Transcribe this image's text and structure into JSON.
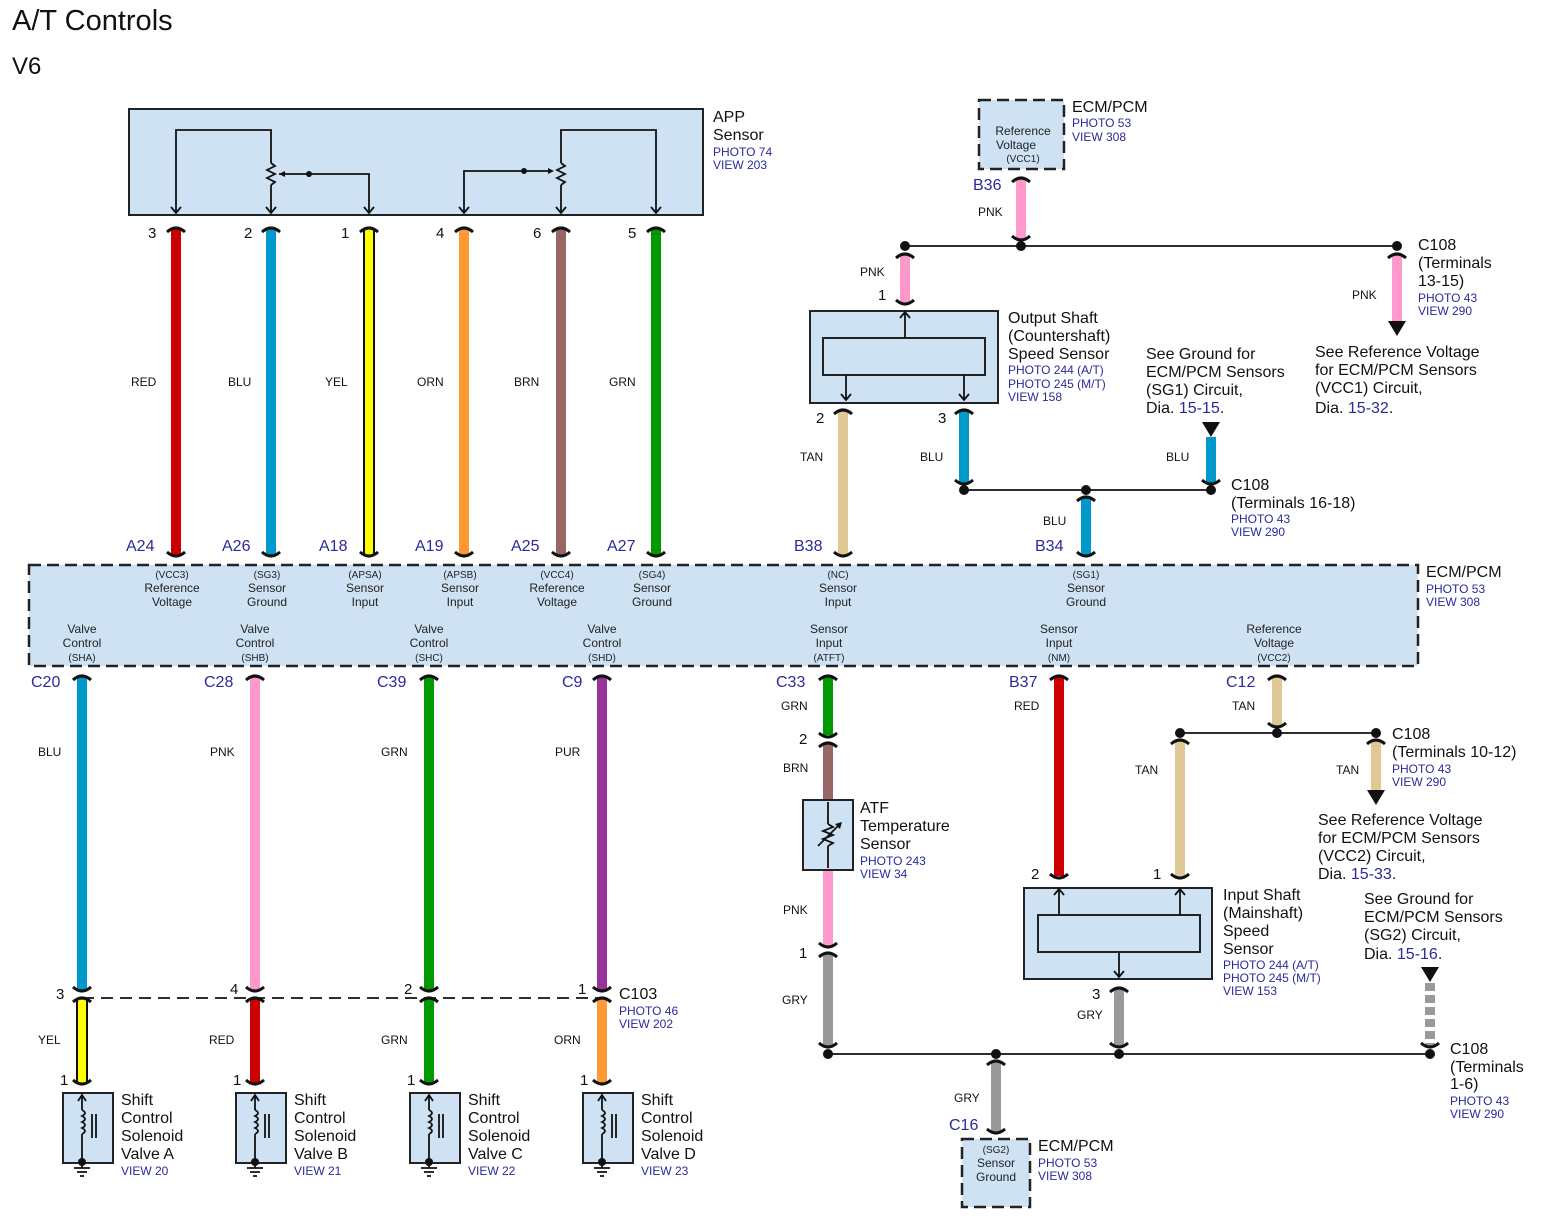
{
  "header": {
    "title": "A/T Controls",
    "subtitle": "V6"
  },
  "colors": {
    "RED": "#cc0000",
    "BLU": "#0099cc",
    "YEL": "#ffff00",
    "ORN": "#ff9933",
    "BRN": "#996666",
    "GRN": "#009900",
    "PNK": "#ff99cc",
    "PUR": "#993399",
    "TAN": "#e0c896",
    "GRY": "#999999",
    "box_fill": "#cfe2f3",
    "ref_text": "#2a2a9a"
  },
  "app_sensor": {
    "name_1": "APP",
    "name_2": "Sensor",
    "photo": "PHOTO 74",
    "view": "VIEW 203",
    "pins": [
      {
        "num": "3",
        "color": "RED",
        "wire": "RED",
        "ecm_pin": "A24",
        "ecm_code": "(VCC3)",
        "ecm_l1": "Reference",
        "ecm_l2": "Voltage"
      },
      {
        "num": "2",
        "color": "BLU",
        "wire": "BLU",
        "ecm_pin": "A26",
        "ecm_code": "(SG3)",
        "ecm_l1": "Sensor",
        "ecm_l2": "Ground"
      },
      {
        "num": "1",
        "color": "YEL",
        "wire": "YEL",
        "ecm_pin": "A18",
        "ecm_code": "(APSA)",
        "ecm_l1": "Sensor",
        "ecm_l2": "Input"
      },
      {
        "num": "4",
        "color": "ORN",
        "wire": "ORN",
        "ecm_pin": "A19",
        "ecm_code": "(APSB)",
        "ecm_l1": "Sensor",
        "ecm_l2": "Input"
      },
      {
        "num": "6",
        "color": "BRN",
        "wire": "BRN",
        "ecm_pin": "A25",
        "ecm_code": "(VCC4)",
        "ecm_l1": "Reference",
        "ecm_l2": "Voltage"
      },
      {
        "num": "5",
        "color": "GRN",
        "wire": "GRN",
        "ecm_pin": "A27",
        "ecm_code": "(SG4)",
        "ecm_l1": "Sensor",
        "ecm_l2": "Ground"
      }
    ]
  },
  "ecm_vcc1": {
    "l1": "Reference",
    "l2": "Voltage",
    "code": "(VCC1)",
    "name": "ECM/PCM",
    "photo": "PHOTO 53",
    "view": "VIEW 308",
    "pin": "B36",
    "wire": "PNK"
  },
  "c108_13_15": {
    "name": "C108",
    "l1": "(Terminals",
    "l2": "13-15)",
    "photo": "PHOTO 43",
    "view": "VIEW 290",
    "wire": "PNK"
  },
  "note_vcc1": {
    "l1": "See Reference Voltage",
    "l2": "for ECM/PCM Sensors",
    "l3": "(VCC1) Circuit,",
    "dia": "Dia.",
    "link": "15-32",
    "end": "."
  },
  "output_shaft": {
    "l1": "Output Shaft",
    "l2": "(Countershaft)",
    "l3": "Speed Sensor",
    "photo1": "PHOTO 244 (A/T)",
    "photo2": "PHOTO 245 (M/T)",
    "view": "VIEW 158",
    "pin1": "1",
    "pin1_wire": "PNK",
    "pin2": "2",
    "pin2_wire": "TAN",
    "pin3": "3",
    "pin3_wire": "BLU"
  },
  "note_sg1": {
    "l1": "See Ground for",
    "l2": "ECM/PCM Sensors",
    "l3": "(SG1) Circuit,",
    "dia": "Dia.",
    "link": "15-15",
    "end": ".",
    "wire": "BLU"
  },
  "c108_16_18": {
    "name": "C108",
    "l1": "(Terminals 16-18)",
    "photo": "PHOTO 43",
    "view": "VIEW 290"
  },
  "b34": {
    "pin": "B34",
    "wire": "BLU"
  },
  "b38": {
    "pin": "B38"
  },
  "ecm_main": {
    "name": "ECM/PCM",
    "photo": "PHOTO 53",
    "view": "VIEW 308",
    "top_nc": {
      "code": "(NC)",
      "l1": "Sensor",
      "l2": "Input"
    },
    "top_sg1": {
      "code": "(SG1)",
      "l1": "Sensor",
      "l2": "Ground"
    },
    "bottom": [
      {
        "pin": "C20",
        "l1": "Valve",
        "l2": "Control",
        "code": "(SHA)"
      },
      {
        "pin": "C28",
        "l1": "Valve",
        "l2": "Control",
        "code": "(SHB)"
      },
      {
        "pin": "C39",
        "l1": "Valve",
        "l2": "Control",
        "code": "(SHC)"
      },
      {
        "pin": "C9",
        "l1": "Valve",
        "l2": "Control",
        "code": "(SHD)"
      },
      {
        "pin": "C33",
        "l1": "Sensor",
        "l2": "Input",
        "code": "(ATFT)"
      },
      {
        "pin": "B37",
        "l1": "Sensor",
        "l2": "Input",
        "code": "(NM)"
      },
      {
        "pin": "C12",
        "l1": "Reference",
        "l2": "Voltage",
        "code": "(VCC2)"
      }
    ]
  },
  "solenoids": [
    {
      "upper_wire": "BLU",
      "c103_pin": "3",
      "lower_wire": "YEL",
      "pin": "1",
      "l1": "Shift",
      "l2": "Control",
      "l3": "Solenoid",
      "l4": "Valve A",
      "view": "VIEW 20"
    },
    {
      "upper_wire": "PNK",
      "c103_pin": "4",
      "lower_wire": "RED",
      "pin": "1",
      "l1": "Shift",
      "l2": "Control",
      "l3": "Solenoid",
      "l4": "Valve B",
      "view": "VIEW 21"
    },
    {
      "upper_wire": "GRN",
      "c103_pin": "2",
      "lower_wire": "GRN",
      "pin": "1",
      "l1": "Shift",
      "l2": "Control",
      "l3": "Solenoid",
      "l4": "Valve C",
      "view": "VIEW 22"
    },
    {
      "upper_wire": "PUR",
      "c103_pin": "1",
      "lower_wire": "ORN",
      "pin": "1",
      "l1": "Shift",
      "l2": "Control",
      "l3": "Solenoid",
      "l4": "Valve D",
      "view": "VIEW 23"
    }
  ],
  "c103": {
    "name": "C103",
    "photo": "PHOTO 46",
    "view": "VIEW 202"
  },
  "atf": {
    "l1": "ATF",
    "l2": "Temperature",
    "l3": "Sensor",
    "photo": "PHOTO 243",
    "view": "VIEW 34",
    "wire_top": "GRN",
    "pin2": "2",
    "wire_mid": "BRN",
    "wire_low": "PNK",
    "pin1": "1",
    "wire_bot": "GRY"
  },
  "input_shaft": {
    "l1": "Input Shaft",
    "l2": "(Mainshaft)",
    "l3": "Speed",
    "l4": "Sensor",
    "photo1": "PHOTO 244 (A/T)",
    "photo2": "PHOTO 245 (M/T)",
    "view": "VIEW 153",
    "pin2": "2",
    "pin2_wire": "RED",
    "pin1": "1",
    "pin1_wire": "TAN",
    "pin3": "3",
    "pin3_wire": "GRY"
  },
  "c12_wire": "TAN",
  "c108_10_12": {
    "name": "C108",
    "l1": "(Terminals 10-12)",
    "photo": "PHOTO 43",
    "view": "VIEW 290",
    "wire": "TAN"
  },
  "note_vcc2": {
    "l1": "See Reference Voltage",
    "l2": "for ECM/PCM Sensors",
    "l3": "(VCC2) Circuit,",
    "dia": "Dia.",
    "link": "15-33",
    "end": "."
  },
  "note_sg2": {
    "l1": "See Ground for",
    "l2": "ECM/PCM Sensors",
    "l3": "(SG2) Circuit,",
    "dia": "Dia.",
    "link": "15-16",
    "end": "."
  },
  "c108_1_6": {
    "name": "C108",
    "l1": "(Terminals",
    "l2": "1-6)",
    "photo": "PHOTO 43",
    "view": "VIEW 290"
  },
  "ecm_sg2": {
    "pin": "C16",
    "wire": "GRY",
    "code": "(SG2)",
    "l1": "Sensor",
    "l2": "Ground",
    "name": "ECM/PCM",
    "photo": "PHOTO 53",
    "view": "VIEW 308"
  }
}
